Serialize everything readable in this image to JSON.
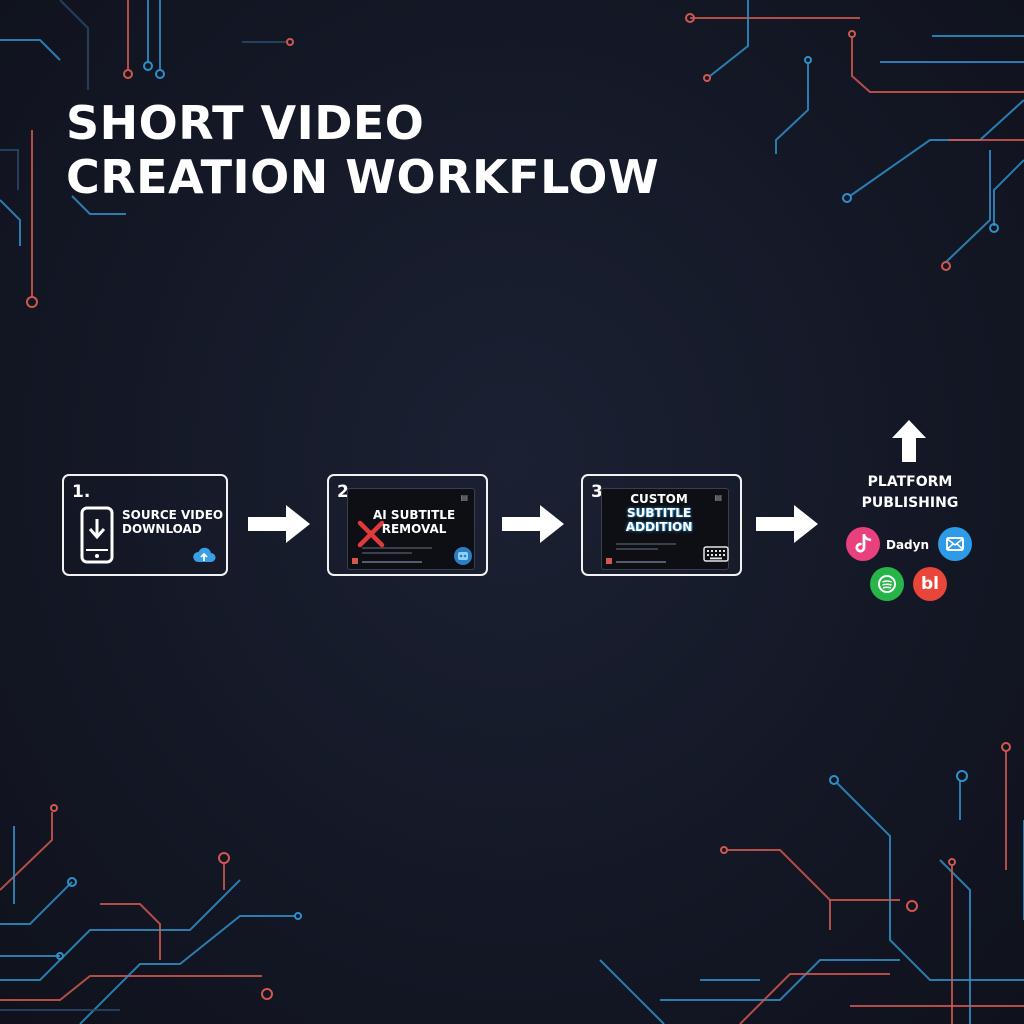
{
  "title": {
    "line1": "SHORT VIDEO",
    "line2": "CREATION WORKFLOW"
  },
  "steps": [
    {
      "number": "1.",
      "label_line1": "SOURCE VIDEO",
      "label_line2": "DOWNLOAD",
      "icons": [
        "smartphone-download-icon",
        "cloud-upload-icon"
      ]
    },
    {
      "number": "2.",
      "label_line1": "AI SUBTITLE",
      "label_line2": "REMOVAL",
      "icons": [
        "red-x-icon",
        "ai-chip-icon"
      ]
    },
    {
      "number": "3.",
      "label_line1": "CUSTOM",
      "label_line2": "SUBTITLE",
      "label_line3": "ADDITION",
      "icons": [
        "keyboard-icon"
      ]
    }
  ],
  "publishing": {
    "label_line1": "PLATFORM",
    "label_line2": "PUBLISHING",
    "platforms": [
      {
        "name": "Dadyn",
        "icon": "tiktok-icon",
        "color": "#e8417d"
      },
      {
        "icon": "mail-icon",
        "color": "#2e9be8"
      },
      {
        "icon": "chat-icon",
        "color": "#27b54a"
      },
      {
        "glyph": "bl",
        "icon": "bl-icon",
        "color": "#e8463a"
      }
    ]
  },
  "colors": {
    "background": "#141826",
    "circuit_blue": "#2f8fc9",
    "circuit_red": "#d0584d",
    "border": "#f2f2f2"
  }
}
